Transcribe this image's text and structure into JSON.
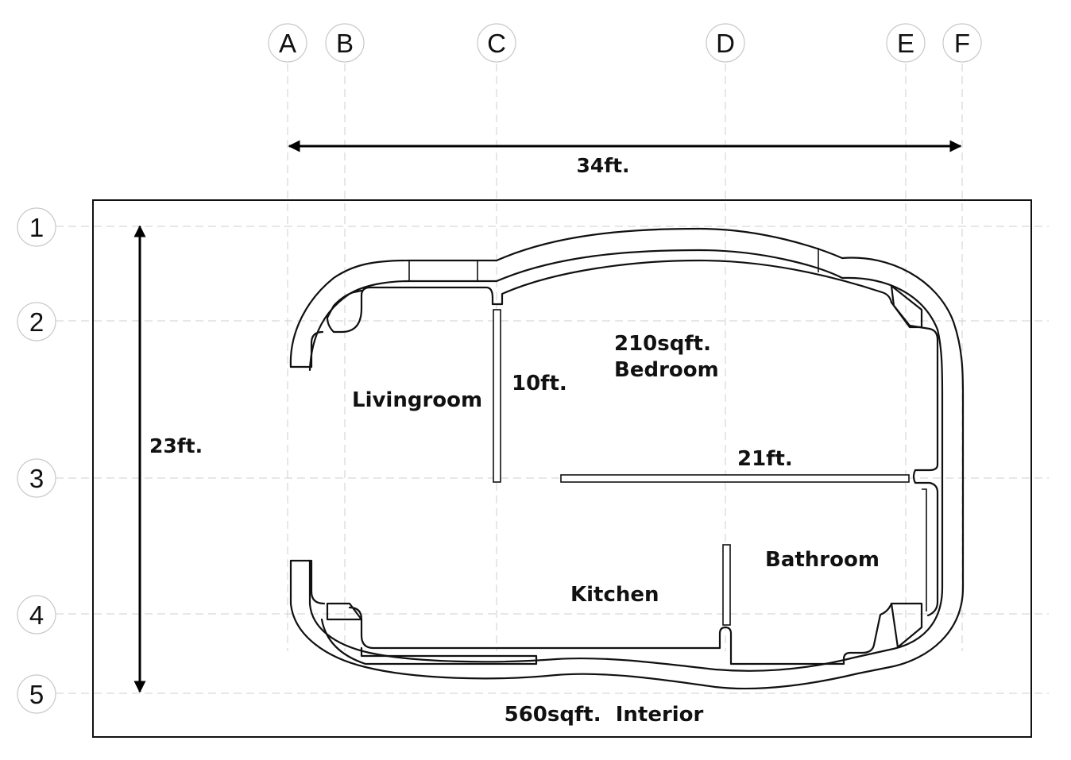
{
  "grid": {
    "columns": [
      "A",
      "B",
      "C",
      "D",
      "E",
      "F"
    ],
    "rows": [
      "1",
      "2",
      "3",
      "4",
      "5"
    ]
  },
  "dimensions": {
    "width": "34ft.",
    "height": "23ft.",
    "wall_10": "10ft.",
    "wall_21": "21ft."
  },
  "rooms": {
    "bedroom_area": "210sqft.",
    "bedroom": "Bedroom",
    "livingroom": "Livingroom",
    "kitchen": "Kitchen",
    "bathroom": "Bathroom"
  },
  "caption": "560sqft.  Interior"
}
